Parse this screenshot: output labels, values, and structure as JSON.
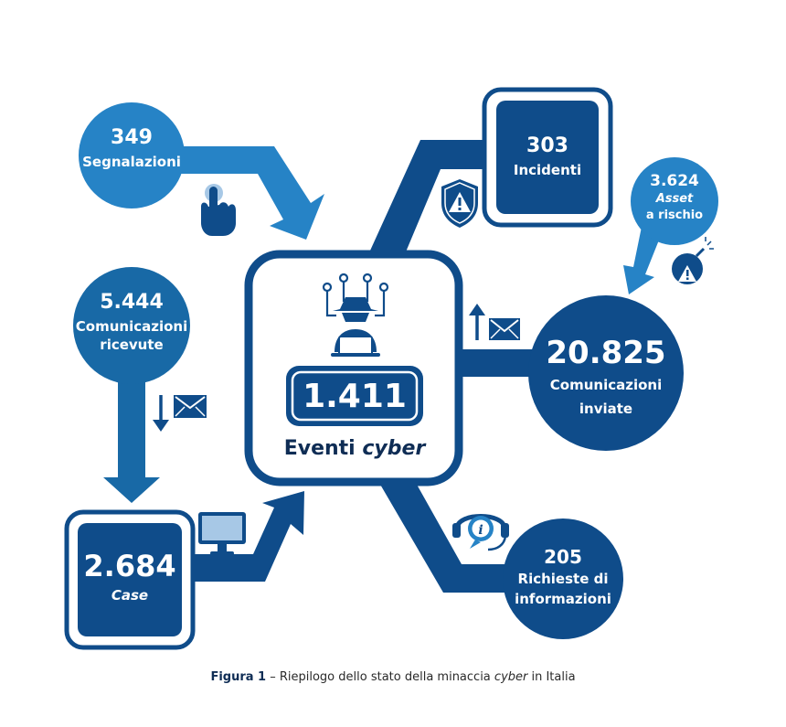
{
  "center": {
    "value": "1.411",
    "label": "Eventi",
    "label_italic": "cyber"
  },
  "signals": {
    "value": "349",
    "label": "Segnalazioni"
  },
  "received": {
    "value": "5.444",
    "line1": "Comunicazioni",
    "line2": "ricevute"
  },
  "cases": {
    "value": "2.684",
    "label": "Case"
  },
  "incidents": {
    "value": "303",
    "label": "Incidenti"
  },
  "assets": {
    "value": "3.624",
    "line1": "Asset",
    "line2": "a rischio"
  },
  "sent": {
    "value": "20.825",
    "line1": "Comunicazioni",
    "line2": "inviate"
  },
  "requests": {
    "value": "205",
    "line1": "Richieste di",
    "line2": "informazioni"
  },
  "caption": {
    "figure": "Figura 1",
    "dash": " – ",
    "text_before": "Riepilogo dello stato della minaccia ",
    "italic": "cyber",
    "text_after": " in Italia"
  },
  "icons": [
    "hacker-icon",
    "pointer-hand-icon",
    "warning-shield-icon",
    "bomb-icon",
    "envelope-up-icon",
    "envelope-down-icon",
    "monitor-icon",
    "helpdesk-icon"
  ],
  "colors": {
    "dark_blue": "#0f4c8a",
    "mid_blue": "#1869a6",
    "light_blue": "#2683c6",
    "white": "#ffffff"
  }
}
